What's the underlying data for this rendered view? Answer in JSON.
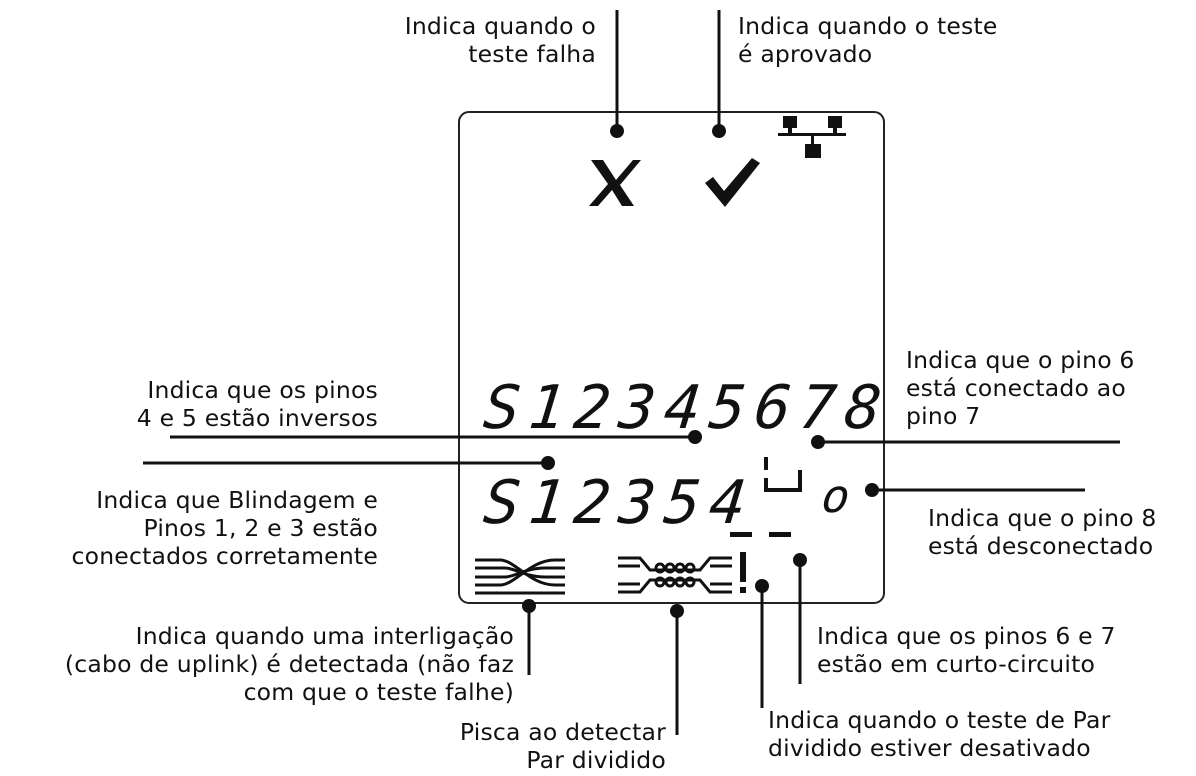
{
  "lcd": {
    "row1": "S12345678",
    "row2_pins": "S12354",
    "row2_open": "o",
    "fail_icon": "x-mark-icon",
    "pass_icon": "check-mark-icon",
    "network_icon": "network-icon",
    "crossover_icon": "crossover-cable-icon",
    "split_pair_icon": "split-pair-icon",
    "split_disabled_icon": "exclamation-icon"
  },
  "labels": {
    "fail": [
      "Indica quando o",
      "teste falha"
    ],
    "pass": [
      "Indica quando o teste",
      "é aprovado"
    ],
    "reversed": [
      "Indica que os pinos",
      "4 e 5 estão inversos"
    ],
    "pin6_to_7": [
      "Indica que o pino 6",
      "está conectado ao",
      "pino 7"
    ],
    "shield_ok": [
      "Indica que Blindagem e",
      "Pinos 1, 2 e 3 estão",
      "conectados corretamente"
    ],
    "pin8_open": [
      "Indica que o pino 8",
      "está desconectado"
    ],
    "crossover": [
      "Indica quando uma interligação",
      "(cabo de uplink) é detectada (não faz",
      "com que o teste falhe)"
    ],
    "short": [
      "Indica que os pinos 6 e 7",
      "estão em curto-circuito"
    ],
    "split_blink": [
      "Pisca ao detectar",
      "Par dividido"
    ],
    "split_disabled": [
      "Indica quando o teste de Par",
      "dividido estiver desativado"
    ]
  }
}
